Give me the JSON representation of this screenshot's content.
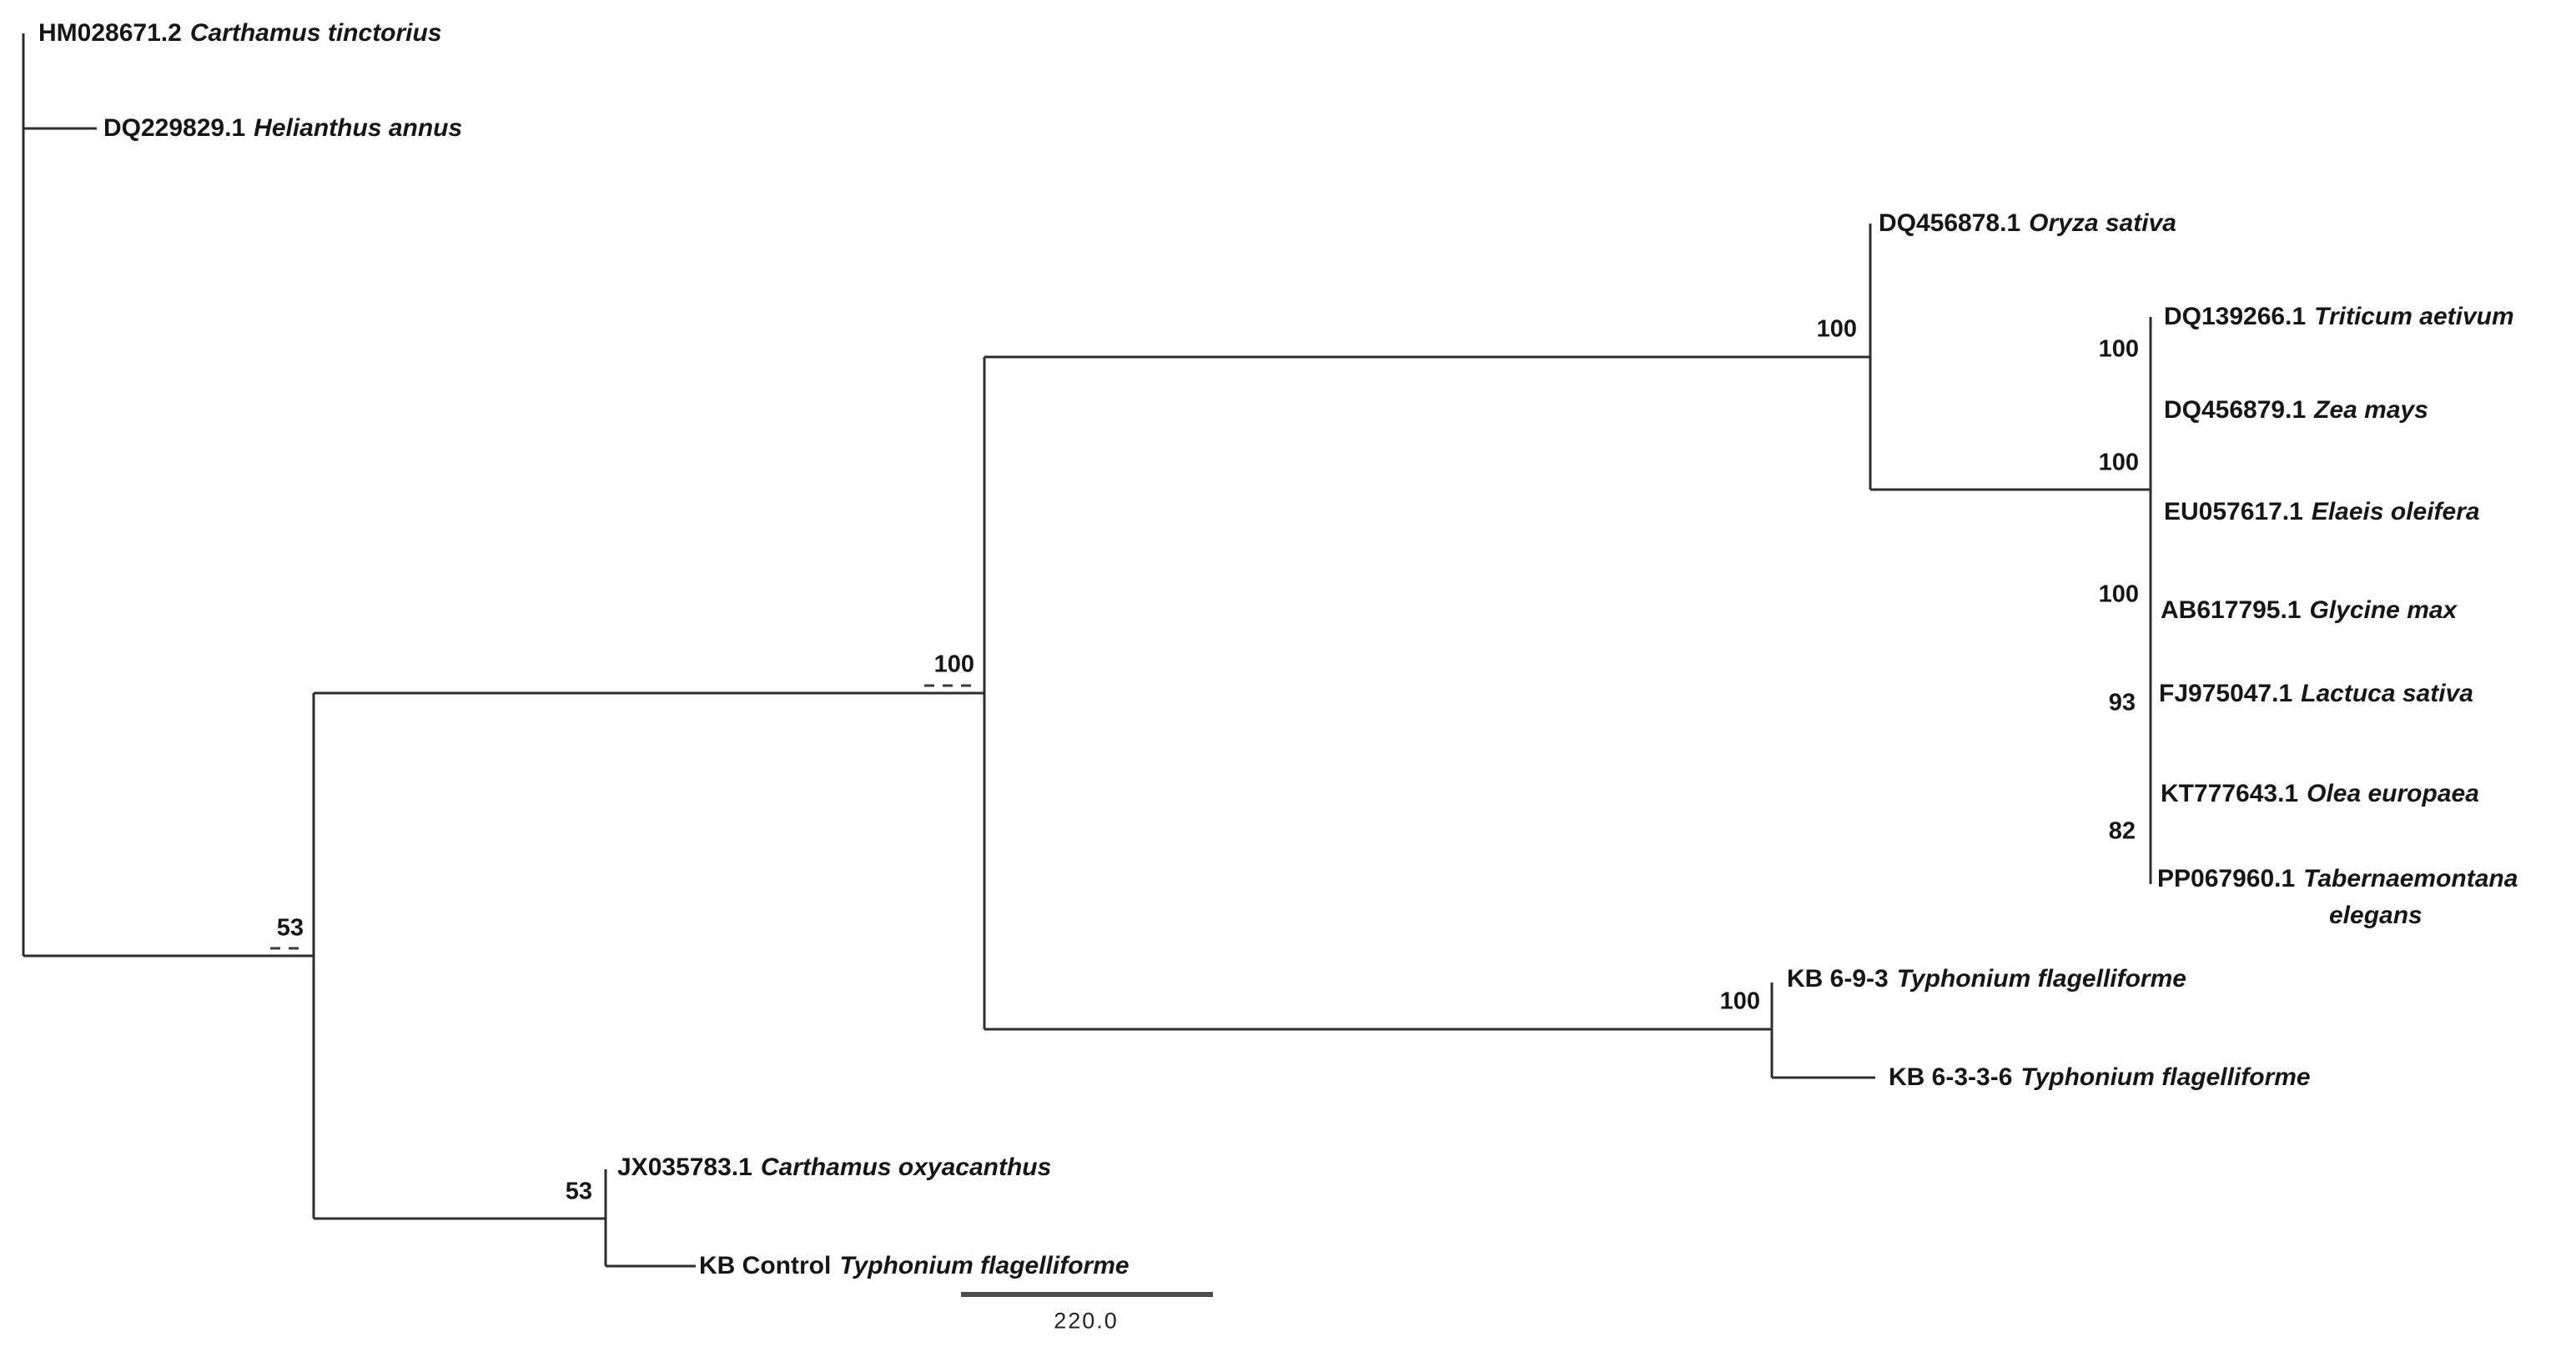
{
  "figure": {
    "type": "phylogenetic-tree",
    "tips": [
      {
        "accession": "HM028671.2",
        "species": "Carthamus tinctorius"
      },
      {
        "accession": "DQ229829.1",
        "species": "Helianthus annus"
      },
      {
        "accession": "DQ456878.1",
        "species": "Oryza sativa"
      },
      {
        "accession": "DQ139266.1",
        "species": "Triticum aetivum"
      },
      {
        "accession": "DQ456879.1",
        "species": "Zea mays"
      },
      {
        "accession": "EU057617.1",
        "species": "Elaeis oleifera"
      },
      {
        "accession": "AB617795.1",
        "species": "Glycine max"
      },
      {
        "accession": "FJ975047.1",
        "species": "Lactuca sativa"
      },
      {
        "accession": "KT777643.1",
        "species": "Olea europaea"
      },
      {
        "accession": "PP067960.1",
        "species": "Tabernaemontana",
        "species_line2": "elegans"
      },
      {
        "accession": "KB 6-9-3",
        "species": "Typhonium flagelliforme"
      },
      {
        "accession": "KB 6-3-3-6",
        "species": "Typhonium flagelliforme"
      },
      {
        "accession": "JX035783.1",
        "species": "Carthamus oxyacanthus"
      },
      {
        "accession": "KB Control",
        "species": "Typhonium flagelliforme"
      }
    ],
    "bootstraps": {
      "root_53": "53",
      "b_100": "100",
      "c_100": "100",
      "e_top_100": "100",
      "e_mid_100": "100",
      "e_glycine_100": "100",
      "e_lactuca_93": "93",
      "e_olea_82": "82",
      "kb_100": "100",
      "jx_53": "53"
    },
    "scale_bar": {
      "label": "220.0"
    },
    "colors": {
      "branch": "#2e2e2e",
      "scale_bar": "#4d4d4d",
      "text": "#161616",
      "background": "#ffffff"
    }
  }
}
